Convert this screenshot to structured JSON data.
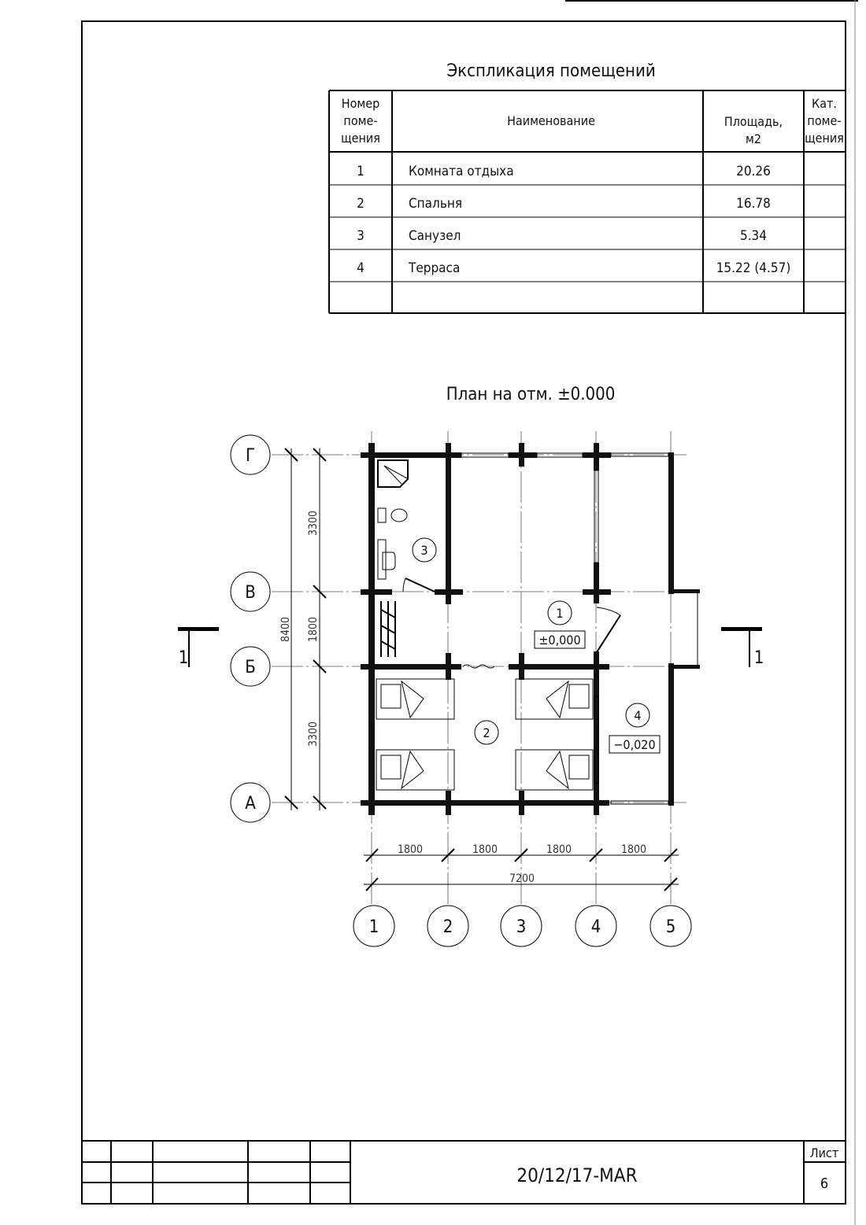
{
  "table": {
    "title": "Экспликация помещений",
    "headers": {
      "number": [
        "Номер",
        "поме-",
        "щения"
      ],
      "name": "Наименование",
      "area": [
        "Площадь,",
        "м2"
      ],
      "category": [
        "Кат.",
        "поме-",
        "щения"
      ]
    },
    "rows": [
      {
        "number": "1",
        "name": "Комната отдыха",
        "area": "20.26",
        "category": ""
      },
      {
        "number": "2",
        "name": "Спальня",
        "area": "16.78",
        "category": ""
      },
      {
        "number": "3",
        "name": "Санузел",
        "area": "5.34",
        "category": ""
      },
      {
        "number": "4",
        "name": "Терраса",
        "area": "15.22 (4.57)",
        "category": ""
      }
    ]
  },
  "plan": {
    "title": "План на отм. ±0.000",
    "row_axes": [
      "Г",
      "В",
      "Б",
      "А"
    ],
    "col_axes": [
      "1",
      "2",
      "3",
      "4",
      "5"
    ],
    "row_dims": [
      "3300",
      "1800",
      "3300"
    ],
    "row_total": "8400",
    "col_dims": [
      "1800",
      "1800",
      "1800",
      "1800"
    ],
    "col_total": "7200",
    "rooms": [
      {
        "number": "1",
        "level": "±0,000"
      },
      {
        "number": "2"
      },
      {
        "number": "3"
      },
      {
        "number": "4",
        "level": "−0,020"
      }
    ],
    "section_mark": "1"
  },
  "title_block": {
    "code": "20/12/17-MAR",
    "sheet_label": "Лист",
    "sheet_number": "6"
  }
}
